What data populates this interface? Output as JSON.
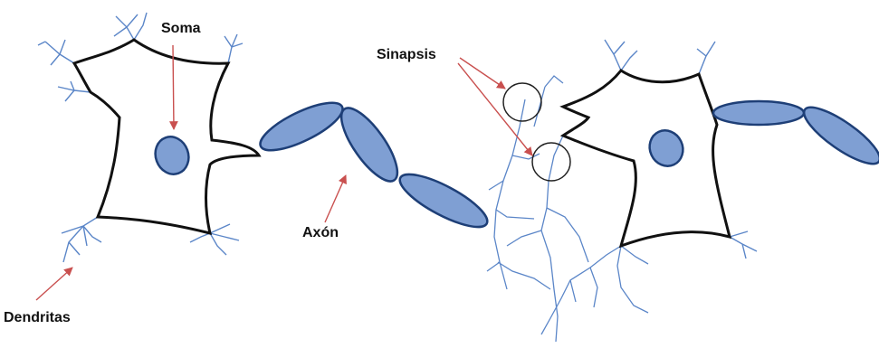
{
  "labels": {
    "soma": "Soma",
    "sinapsis": "Sinapsis",
    "axon": "Axón",
    "dendritas": "Dendritas"
  },
  "colors": {
    "membrane": "#111111",
    "dendrite": "#5b86c8",
    "axon_fill": "#7f9fd3",
    "axon_stroke": "#1e3f77",
    "arrow": "#c9504f",
    "synapse_ring": "#222222"
  }
}
